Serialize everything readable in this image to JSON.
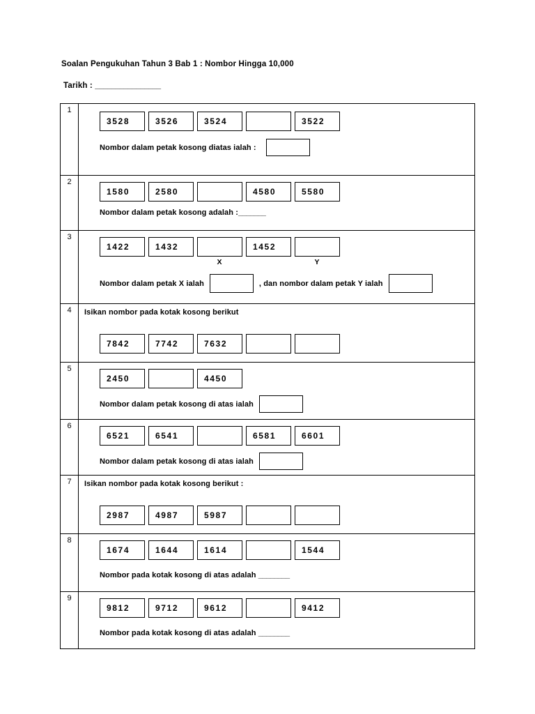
{
  "header": {
    "title": "Soalan Pengukuhan Tahun 3 Bab 1 : Nombor Hingga 10,000",
    "date_label": "Tarikh : ",
    "date_rule": "________________"
  },
  "questions": [
    {
      "number": "1",
      "boxes": [
        "3528",
        "3526",
        "3524",
        "",
        "3522"
      ],
      "sentence_before": "Nombor dalam petak kosong diatas ialah :",
      "answer_type": "box"
    },
    {
      "number": "2",
      "boxes": [
        "1580",
        "2580",
        "",
        "4580",
        "5580"
      ],
      "sentence_before": "Nombor dalam petak kosong adalah :",
      "answer_type": "underline",
      "answer_rule": "_______"
    },
    {
      "number": "3",
      "boxes": [
        "1422",
        "1432",
        "",
        "1452",
        ""
      ],
      "box_labels": [
        "",
        "",
        "X",
        "",
        "Y"
      ],
      "sentence_before": "Nombor dalam petak X ialah",
      "sentence_middle": ", dan nombor dalam petak Y ialah",
      "answer_type": "two-boxes"
    },
    {
      "number": "4",
      "instruction": "Isikan nombor pada kotak kosong berikut",
      "boxes": [
        "7842",
        "7742",
        "7632",
        "",
        ""
      ],
      "answer_type": "none"
    },
    {
      "number": "5",
      "boxes": [
        "2450",
        "",
        "4450"
      ],
      "sentence_before": "Nombor dalam petak kosong di atas ialah",
      "answer_type": "box"
    },
    {
      "number": "6",
      "boxes": [
        "6521",
        "6541",
        "",
        "6581",
        "6601"
      ],
      "sentence_before": "Nombor dalam petak kosong di atas ialah",
      "answer_type": "box"
    },
    {
      "number": "7",
      "instruction": "Isikan nombor pada kotak kosong berikut :",
      "boxes": [
        "2987",
        "4987",
        "5987",
        "",
        ""
      ],
      "answer_type": "none"
    },
    {
      "number": "8",
      "boxes": [
        "1674",
        "1644",
        "1614",
        "",
        "1544"
      ],
      "sentence_before": "Nombor pada kotak kosong di atas adalah",
      "answer_type": "underline",
      "answer_rule": "________"
    },
    {
      "number": "9",
      "boxes": [
        "9812",
        "9712",
        "9612",
        "",
        "9412"
      ],
      "sentence_before": "Nombor pada kotak kosong di atas adalah",
      "answer_type": "underline",
      "answer_rule": "________"
    }
  ]
}
